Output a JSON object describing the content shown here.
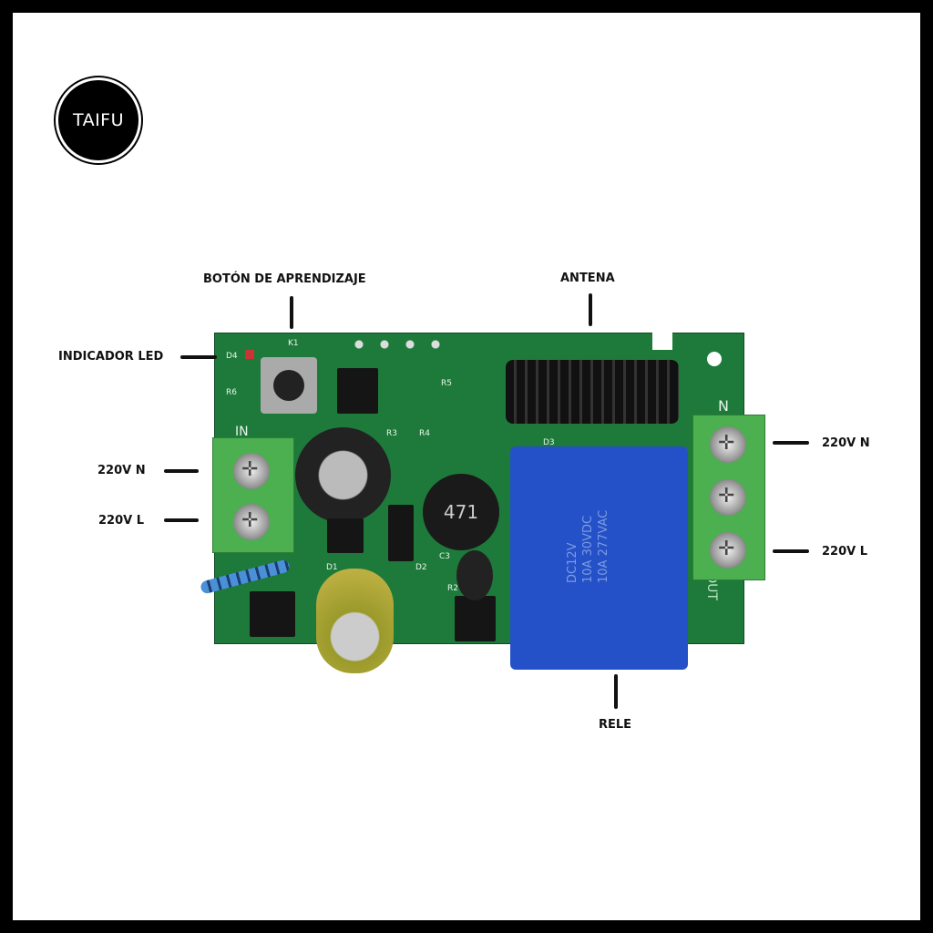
{
  "brand": {
    "logo": "TAIFU"
  },
  "callouts": {
    "learn_button": "BOTÓN DE APRENDIZAJE",
    "antenna": "ANTENA",
    "led_indicator": "INDICADOR LED",
    "left_n": "220V N",
    "left_l": "220V L",
    "right_n": "220V N",
    "right_l": "220V L",
    "relay": "RELE"
  },
  "board": {
    "inductor": "471",
    "silkscreen": [
      "K1",
      "D4",
      "R6",
      "IN",
      "D1",
      "D2",
      "R2",
      "R3",
      "R4",
      "R5",
      "C3",
      "D3",
      "N",
      "OUT"
    ],
    "relay_text": [
      "DC12V",
      "10A 30VDC",
      "10A 277VAC"
    ]
  },
  "colors": {
    "board": "#1d7a3a",
    "terminal": "#4caf50",
    "relay": "#2451c8"
  }
}
